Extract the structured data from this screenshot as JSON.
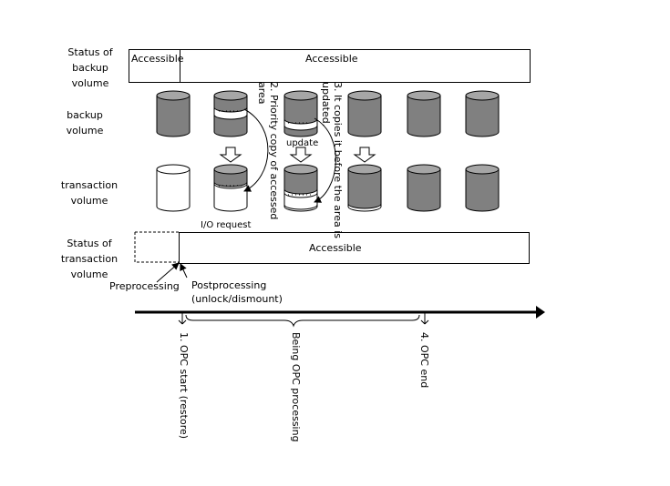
{
  "labels": {
    "status_backup": "Status of\nbackup\nvolume",
    "backup_volume": "backup\nvolume",
    "transaction_volume": "transaction\nvolume",
    "status_transaction": "Status of\ntransaction\nvolume"
  },
  "status_bars": {
    "backup_left": "Accessible",
    "backup_right": "Accessible",
    "transaction": "Accessible"
  },
  "annotations": {
    "update": "update",
    "io_request": "I/O request",
    "priority_copy": "2. Priority copy of accessed\narea",
    "copy_before_update": "3. It copies it before the area is\nupdated.",
    "preprocessing": "Preprocessing",
    "postprocessing": "Postprocessing\n(unlock/dismount)"
  },
  "timeline": {
    "opc_start": "1. OPC start (restore)",
    "being_processing": "Being OPC processing",
    "opc_end": "4. OPC end"
  },
  "colors": {
    "cylinder_gray": "#808080",
    "cylinder_top": "#a6a6a6",
    "line": "#000000"
  }
}
